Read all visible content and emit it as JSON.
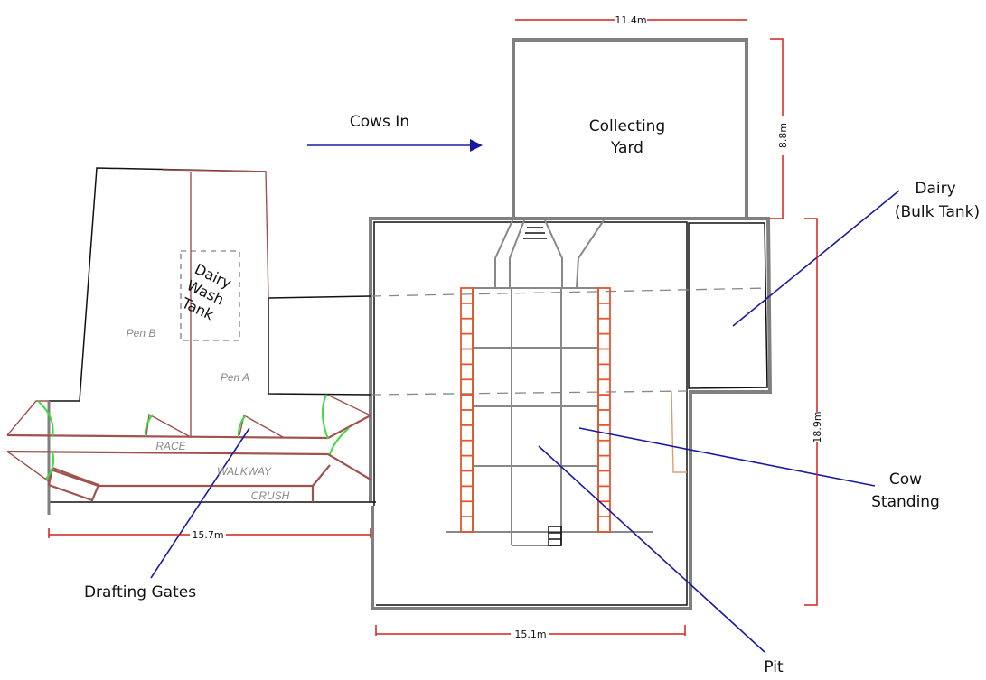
{
  "title": "Dairy Shed Floor Plan",
  "labels": {
    "cows_in": "Cows In",
    "collecting_yard": [
      "Collecting",
      "Yard"
    ],
    "dairy_bulk_tank": [
      "Dairy",
      "(Bulk Tank)"
    ],
    "cow_standing": [
      "Cow",
      "Standing"
    ],
    "pit": "Pit",
    "drafting_gates": "Drafting Gates",
    "dairy_wash_tank": [
      "Dairy",
      "Wash",
      "Tank"
    ],
    "pen_a": "Pen A",
    "pen_b": "Pen B",
    "race": "RACE",
    "walkway": "WALKWAY",
    "crush": "CRUSH"
  },
  "dimensions": {
    "collecting_yard_width": "11.4m",
    "collecting_yard_depth": "8.8m",
    "shed_depth": "18.9m",
    "shed_width": "15.1m",
    "yards_width": "15.7m"
  },
  "colors": {
    "wall": "#808080",
    "pen_fence": "#a0524f",
    "gate": "#3ddc3d",
    "dimension": "#d42020",
    "leader": "#1a1aa0",
    "bails": "#e4572e"
  }
}
